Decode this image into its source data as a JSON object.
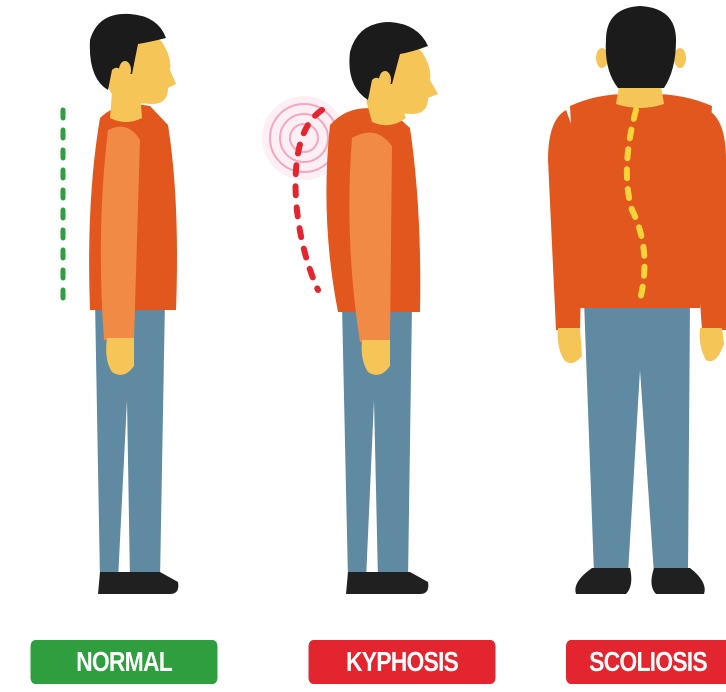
{
  "labels": {
    "normal": "NORMAL",
    "kyphosis": "KYPHOSIS",
    "scoliosis": "SCOLIOSIS"
  },
  "colors": {
    "normal_badge": "#2e9e3e",
    "kyphosis_badge": "#e2252f",
    "scoliosis_badge": "#e2252f",
    "shirt": "#e1571d",
    "sleeve": "#f08a45",
    "pants": "#5f8aa2",
    "skin": "#f6c557",
    "hair": "#1b1b1b",
    "shoes": "#202020",
    "normal_spine_line": "#2e9e3e",
    "kyphosis_spine_line": "#e2252f",
    "scoliosis_spine_line": "#f7d33a",
    "pain_glow": "#f3a6bd"
  },
  "figures": [
    {
      "id": "normal",
      "view": "side",
      "posture": "upright"
    },
    {
      "id": "kyphosis",
      "view": "side",
      "posture": "hunched"
    },
    {
      "id": "scoliosis",
      "view": "back",
      "posture": "curved-spine"
    }
  ]
}
